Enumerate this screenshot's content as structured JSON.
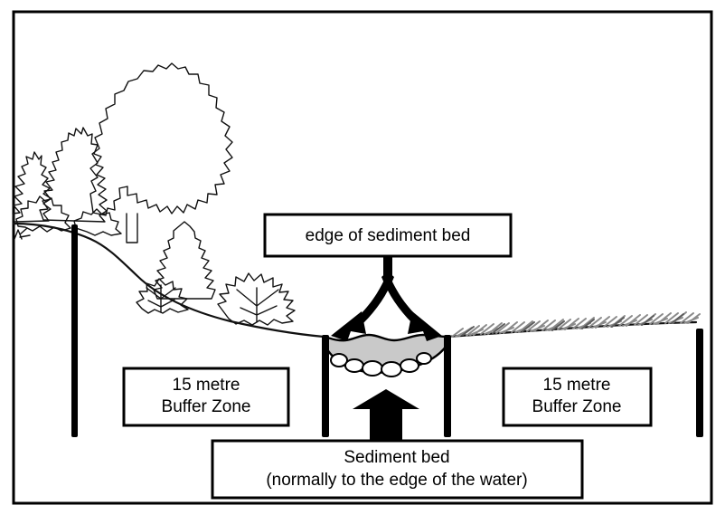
{
  "diagram": {
    "title_label": "edge of sediment bed",
    "left_buffer": {
      "line1": "15 metre",
      "line2": "Buffer Zone"
    },
    "right_buffer": {
      "line1": "15 metre",
      "line2": "Buffer Zone"
    },
    "caption": {
      "line1": "Sediment bed",
      "line2": "(normally to the edge of the water)"
    },
    "colors": {
      "ink": "#000000",
      "sediment_fill": "#c9c9c9",
      "grass": "#8a8a8a",
      "background": "#ffffff"
    },
    "elements": {
      "left_vegetation": "forest-trees-outline",
      "bank_vegetation": "shrubs-outline",
      "right_vegetation": "grass-tufts",
      "posts": "boundary-marker-posts",
      "fork_arrow": "split-arrow-to-bed-edges",
      "up_arrow": "up-arrow-to-sediment-bed"
    }
  }
}
